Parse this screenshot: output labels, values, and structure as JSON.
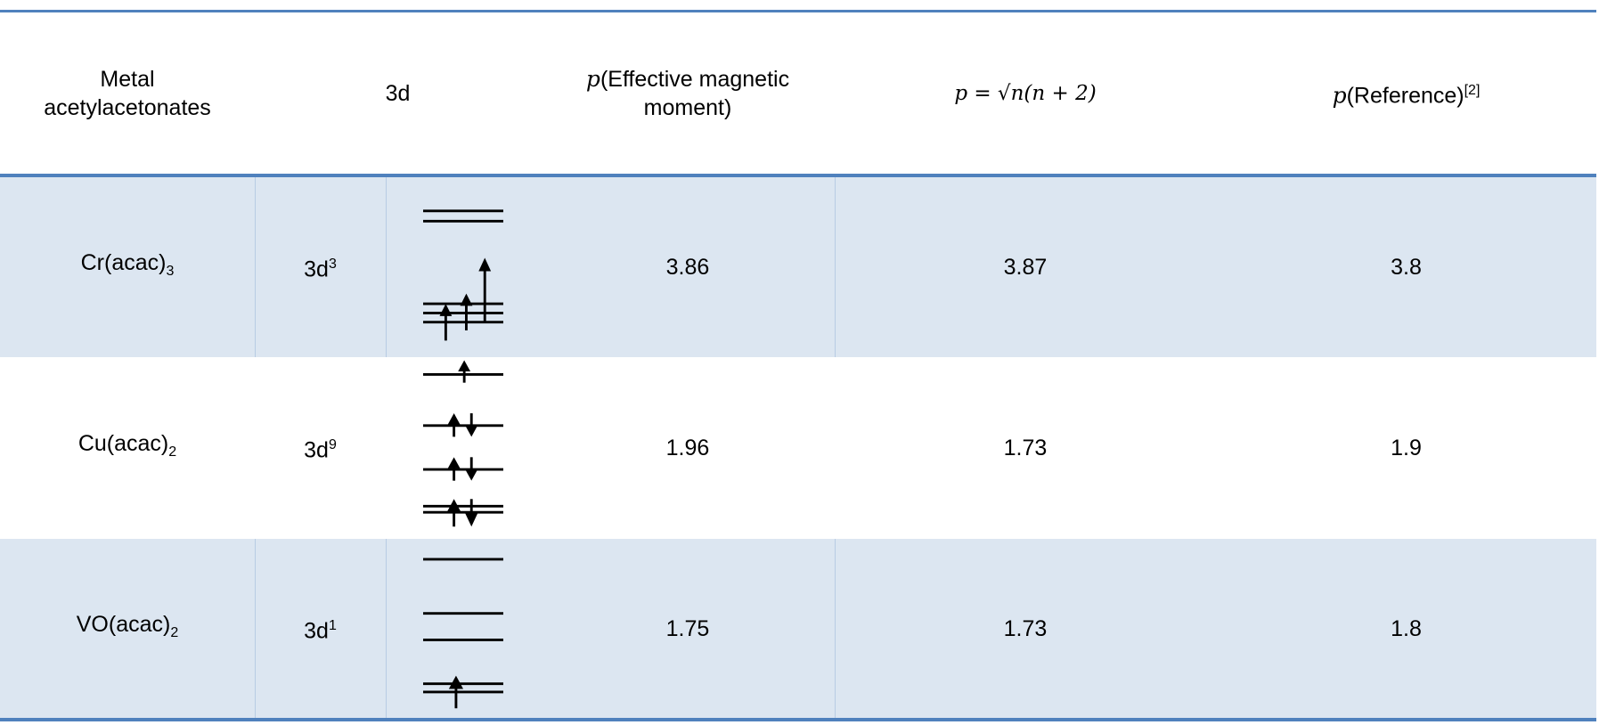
{
  "header": {
    "col_metal": "Metal acetylacetonates",
    "col_3d": "3d",
    "col_p_symbol": "p",
    "col_peff": "(Effective magnetic moment)",
    "col_formula": "p = √n(n + 2)",
    "col_ref_text": "(Reference)",
    "col_ref_sup": "[2]"
  },
  "rows": [
    {
      "compound": "Cr(acac)",
      "sub": "3",
      "config": "3d",
      "sup": "3",
      "p_eff": "3.86",
      "p_calc": "3.87",
      "p_ref": "3.8"
    },
    {
      "compound": "Cu(acac)",
      "sub": "2",
      "config": "3d",
      "sup": "9",
      "p_eff": "1.96",
      "p_calc": "1.73",
      "p_ref": "1.9"
    },
    {
      "compound": "VO(acac)",
      "sub": "2",
      "config": "3d",
      "sup": "1",
      "p_eff": "1.75",
      "p_calc": "1.73",
      "p_ref": "1.8"
    }
  ],
  "colors": {
    "rule": "#4f81bd",
    "shade": "#dce6f1",
    "divider": "#b8cce4"
  }
}
